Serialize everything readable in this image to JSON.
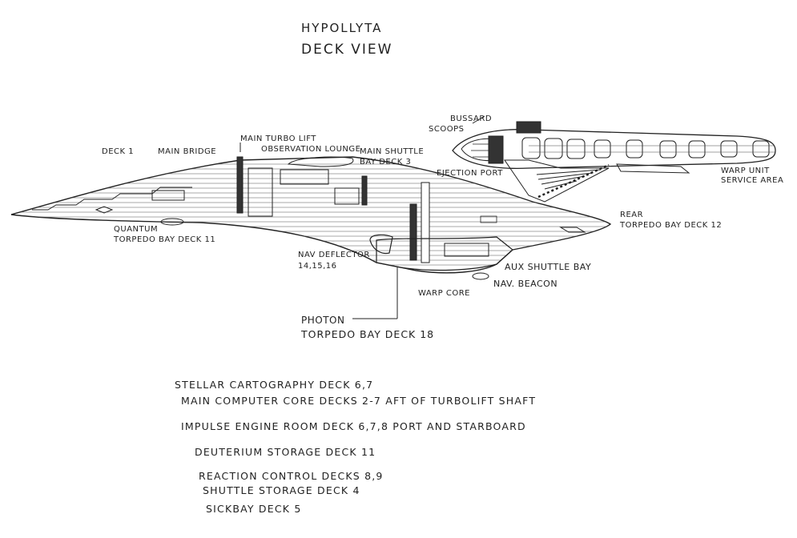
{
  "title": {
    "name": "HYPOLLYTA",
    "subtitle": "DECK VIEW"
  },
  "labels": {
    "deck1": "DECK 1",
    "main_bridge": "MAIN BRIDGE",
    "main_turbo_lift": "MAIN TURBO LIFT",
    "observation_lounge": "OBSERVATION LOUNGE",
    "main_shuttle_bay_1": "MAIN SHUTTLE",
    "main_shuttle_bay_2": "BAY DECK 3",
    "bussard_1": "BUSSARD",
    "bussard_2": "SCOOPS",
    "ejection_port": "EJECTION PORT",
    "warp_unit_1": "WARP UNIT",
    "warp_unit_2": "SERVICE AREA",
    "rear_torpedo_1": "REAR",
    "rear_torpedo_2": "TORPEDO BAY  DECK 12",
    "quantum_1": "QUANTUM",
    "quantum_2": "TORPEDO BAY  DECK 11",
    "nav_deflector_1": "NAV DEFLECTOR",
    "nav_deflector_2": "14,15,16",
    "aux_shuttle_bay": "AUX SHUTTLE BAY",
    "nav_beacon": "NAV. BEACON",
    "warp_core": "WARP CORE",
    "photon_1": "PHOTON",
    "photon_2": "TORPEDO BAY  DECK 18"
  },
  "notes": [
    "STELLAR CARTOGRAPHY  DECK 6,7",
    "MAIN COMPUTER CORE  DECKS 2-7  AFT OF TURBOLIFT SHAFT",
    "IMPULSE ENGINE ROOM  DECK 6,7,8  PORT AND STARBOARD",
    "DEUTERIUM STORAGE  DECK 11",
    "REACTION CONTROL  DECKS 8,9",
    "SHUTTLE STORAGE  DECK 4",
    "SICKBAY  DECK 5"
  ]
}
